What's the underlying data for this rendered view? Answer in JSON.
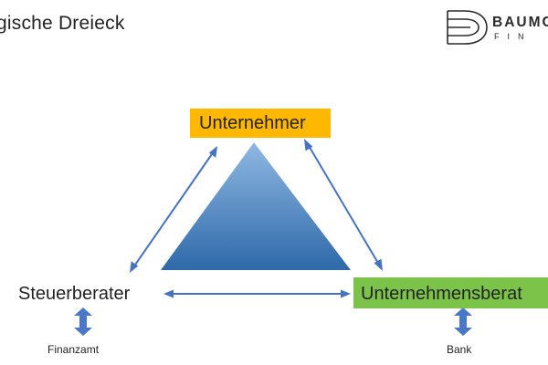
{
  "slide": {
    "title": "gische Dreieck"
  },
  "logo": {
    "name": "BAUMC",
    "sub": "FIN"
  },
  "diagram": {
    "nodes": {
      "top": "Unternehmer",
      "left": "Steuerberater",
      "right": "Unternehmensberat"
    },
    "sub_labels": {
      "left": "Finanzamt",
      "right": "Bank"
    },
    "colors": {
      "top_box": "#ffb800",
      "right_box": "#7cc34a",
      "arrow": "#4472c4",
      "triangle_top": "#8fb8e3",
      "triangle_bottom": "#2e69a9"
    }
  }
}
